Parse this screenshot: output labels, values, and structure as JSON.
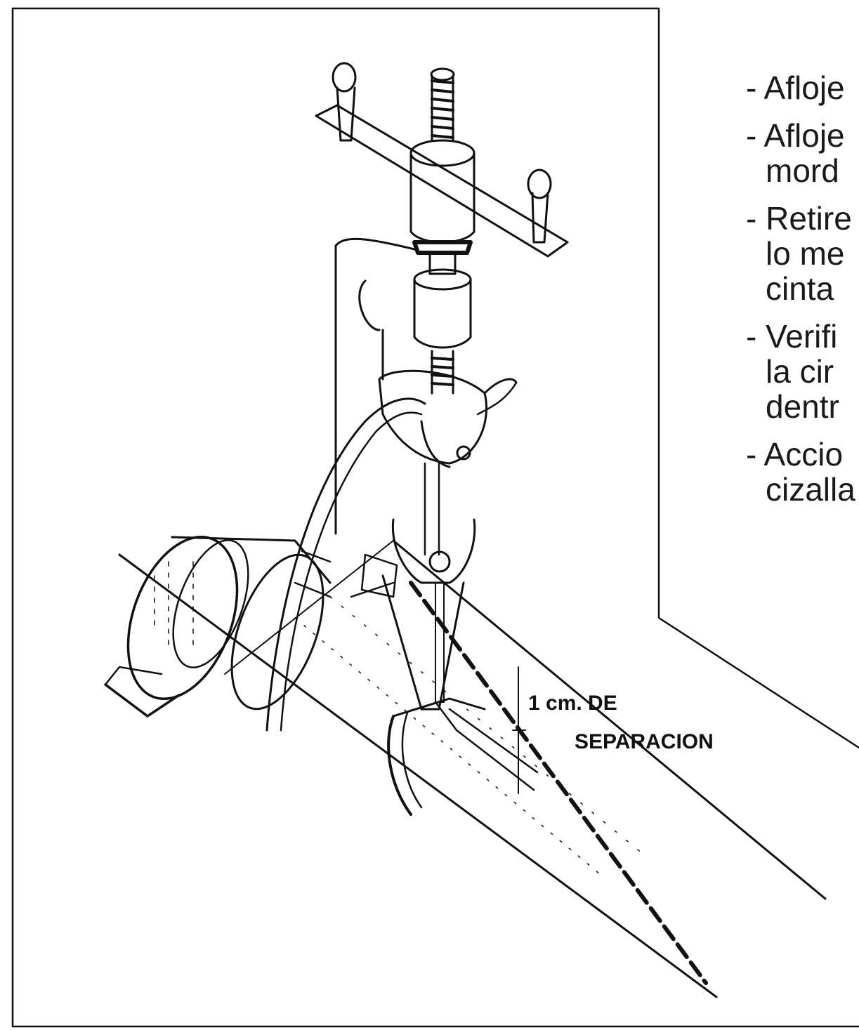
{
  "instructions": [
    {
      "lines": [
        "- Afloje"
      ]
    },
    {
      "lines": [
        "- Afloje",
        "mord"
      ]
    },
    {
      "lines": [
        "- Retire",
        "lo me",
        "cinta"
      ]
    },
    {
      "lines": [
        "- Verifi",
        "la cir",
        "dentr"
      ]
    },
    {
      "lines": [
        "- Accio",
        "cizalla"
      ]
    }
  ],
  "callout": {
    "line1": "1 cm. DE",
    "line2": "SEPARACION"
  },
  "colors": {
    "ink": "#111111",
    "paper": "#ffffff"
  }
}
